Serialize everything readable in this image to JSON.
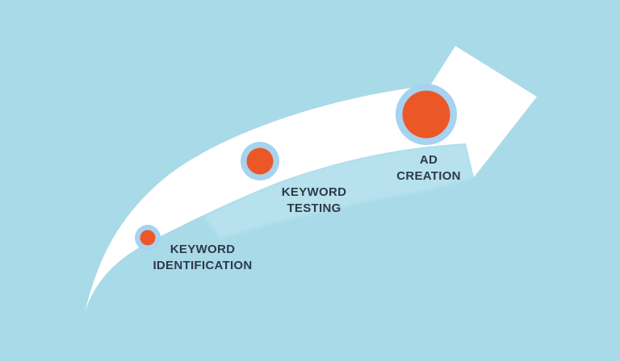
{
  "diagram": {
    "type": "process-arrow",
    "background_color": "#a9dae8",
    "arrow_color": "#ffffff",
    "marker_dot_color": "#ec5727",
    "marker_ring_color": "#a6d3ef",
    "label_text_color": "#2e3a48",
    "steps": [
      {
        "label_line1": "KEYWORD",
        "label_line2": "IDENTIFICATION",
        "marker_size": "small"
      },
      {
        "label_line1": "KEYWORD",
        "label_line2": "TESTING",
        "marker_size": "medium"
      },
      {
        "label_line1": "AD",
        "label_line2": "CREATION",
        "marker_size": "large"
      }
    ]
  }
}
